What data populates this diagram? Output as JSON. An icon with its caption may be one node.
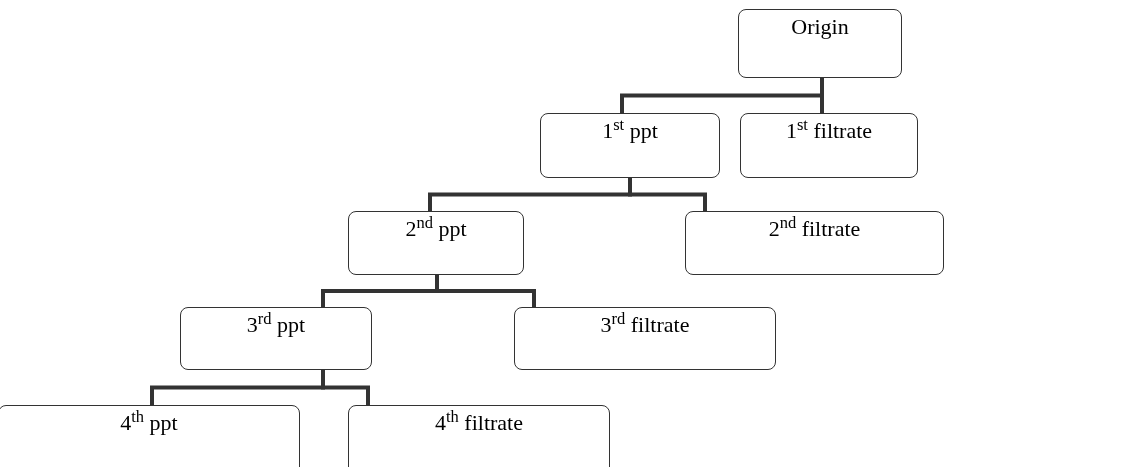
{
  "diagram": {
    "nodes": [
      {
        "text": [
          "Origin"
        ]
      },
      {
        "text": [
          "1$^{st}$ ppt"
        ]
      },
      {
        "text": [
          "1$^{st}$ filtrate"
        ]
      },
      {
        "text": [
          "2$^{nd}$ ppt"
        ]
      },
      {
        "text": [
          "2$^{nd}$ filtrate"
        ]
      },
      {
        "text": [
          "3$^{rd}$ ppt"
        ]
      },
      {
        "text": [
          "3$^{rd}$ filtrate"
        ]
      },
      {
        "text": [
          "4$^{th}$ ppt"
        ]
      },
      {
        "text": [
          "4$^{th}$ filtrate"
        ]
      }
    ],
    "edges": [
      {
        "from": 0,
        "to": 1,
        "arrow": "none"
      },
      {
        "from": 0,
        "to": 2,
        "arrow": "none"
      },
      {
        "from": 1,
        "to": 3,
        "arrow": "none"
      },
      {
        "from": 1,
        "to": 4,
        "arrow": "none"
      },
      {
        "from": 3,
        "to": 5,
        "arrow": "none"
      },
      {
        "from": 3,
        "to": 6,
        "arrow": "none"
      },
      {
        "from": 5,
        "to": 7,
        "arrow": "none"
      },
      {
        "from": 5,
        "to": 8,
        "arrow": "none"
      }
    ]
  }
}
